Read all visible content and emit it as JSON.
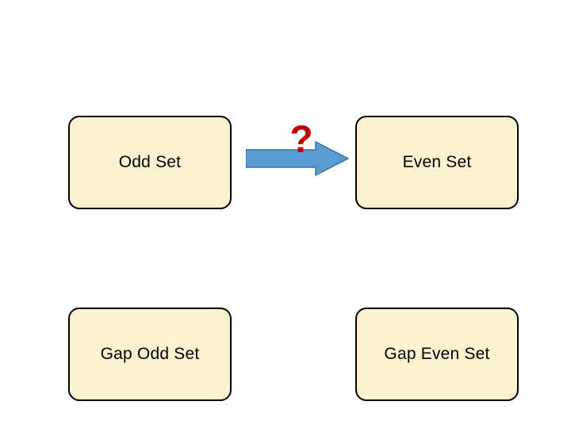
{
  "diagram": {
    "title": "",
    "colors": {
      "node_fill": "#fdf2d0",
      "node_border": "#000000",
      "arrow_fill": "#5b9bd5",
      "arrow_border": "#41719c",
      "question_mark": "#c00000",
      "background": "#ffffff"
    },
    "nodes": [
      {
        "id": "odd-set",
        "label": "Odd Set"
      },
      {
        "id": "even-set",
        "label": "Even Set"
      },
      {
        "id": "gap-odd-set",
        "label": "Gap Odd Set"
      },
      {
        "id": "gap-even-set",
        "label": "Gap Even Set"
      }
    ],
    "connectors": [
      {
        "id": "odd-to-even",
        "from": "odd-set",
        "to": "even-set",
        "kind": "block-arrow-right",
        "annotation": "?"
      }
    ]
  }
}
